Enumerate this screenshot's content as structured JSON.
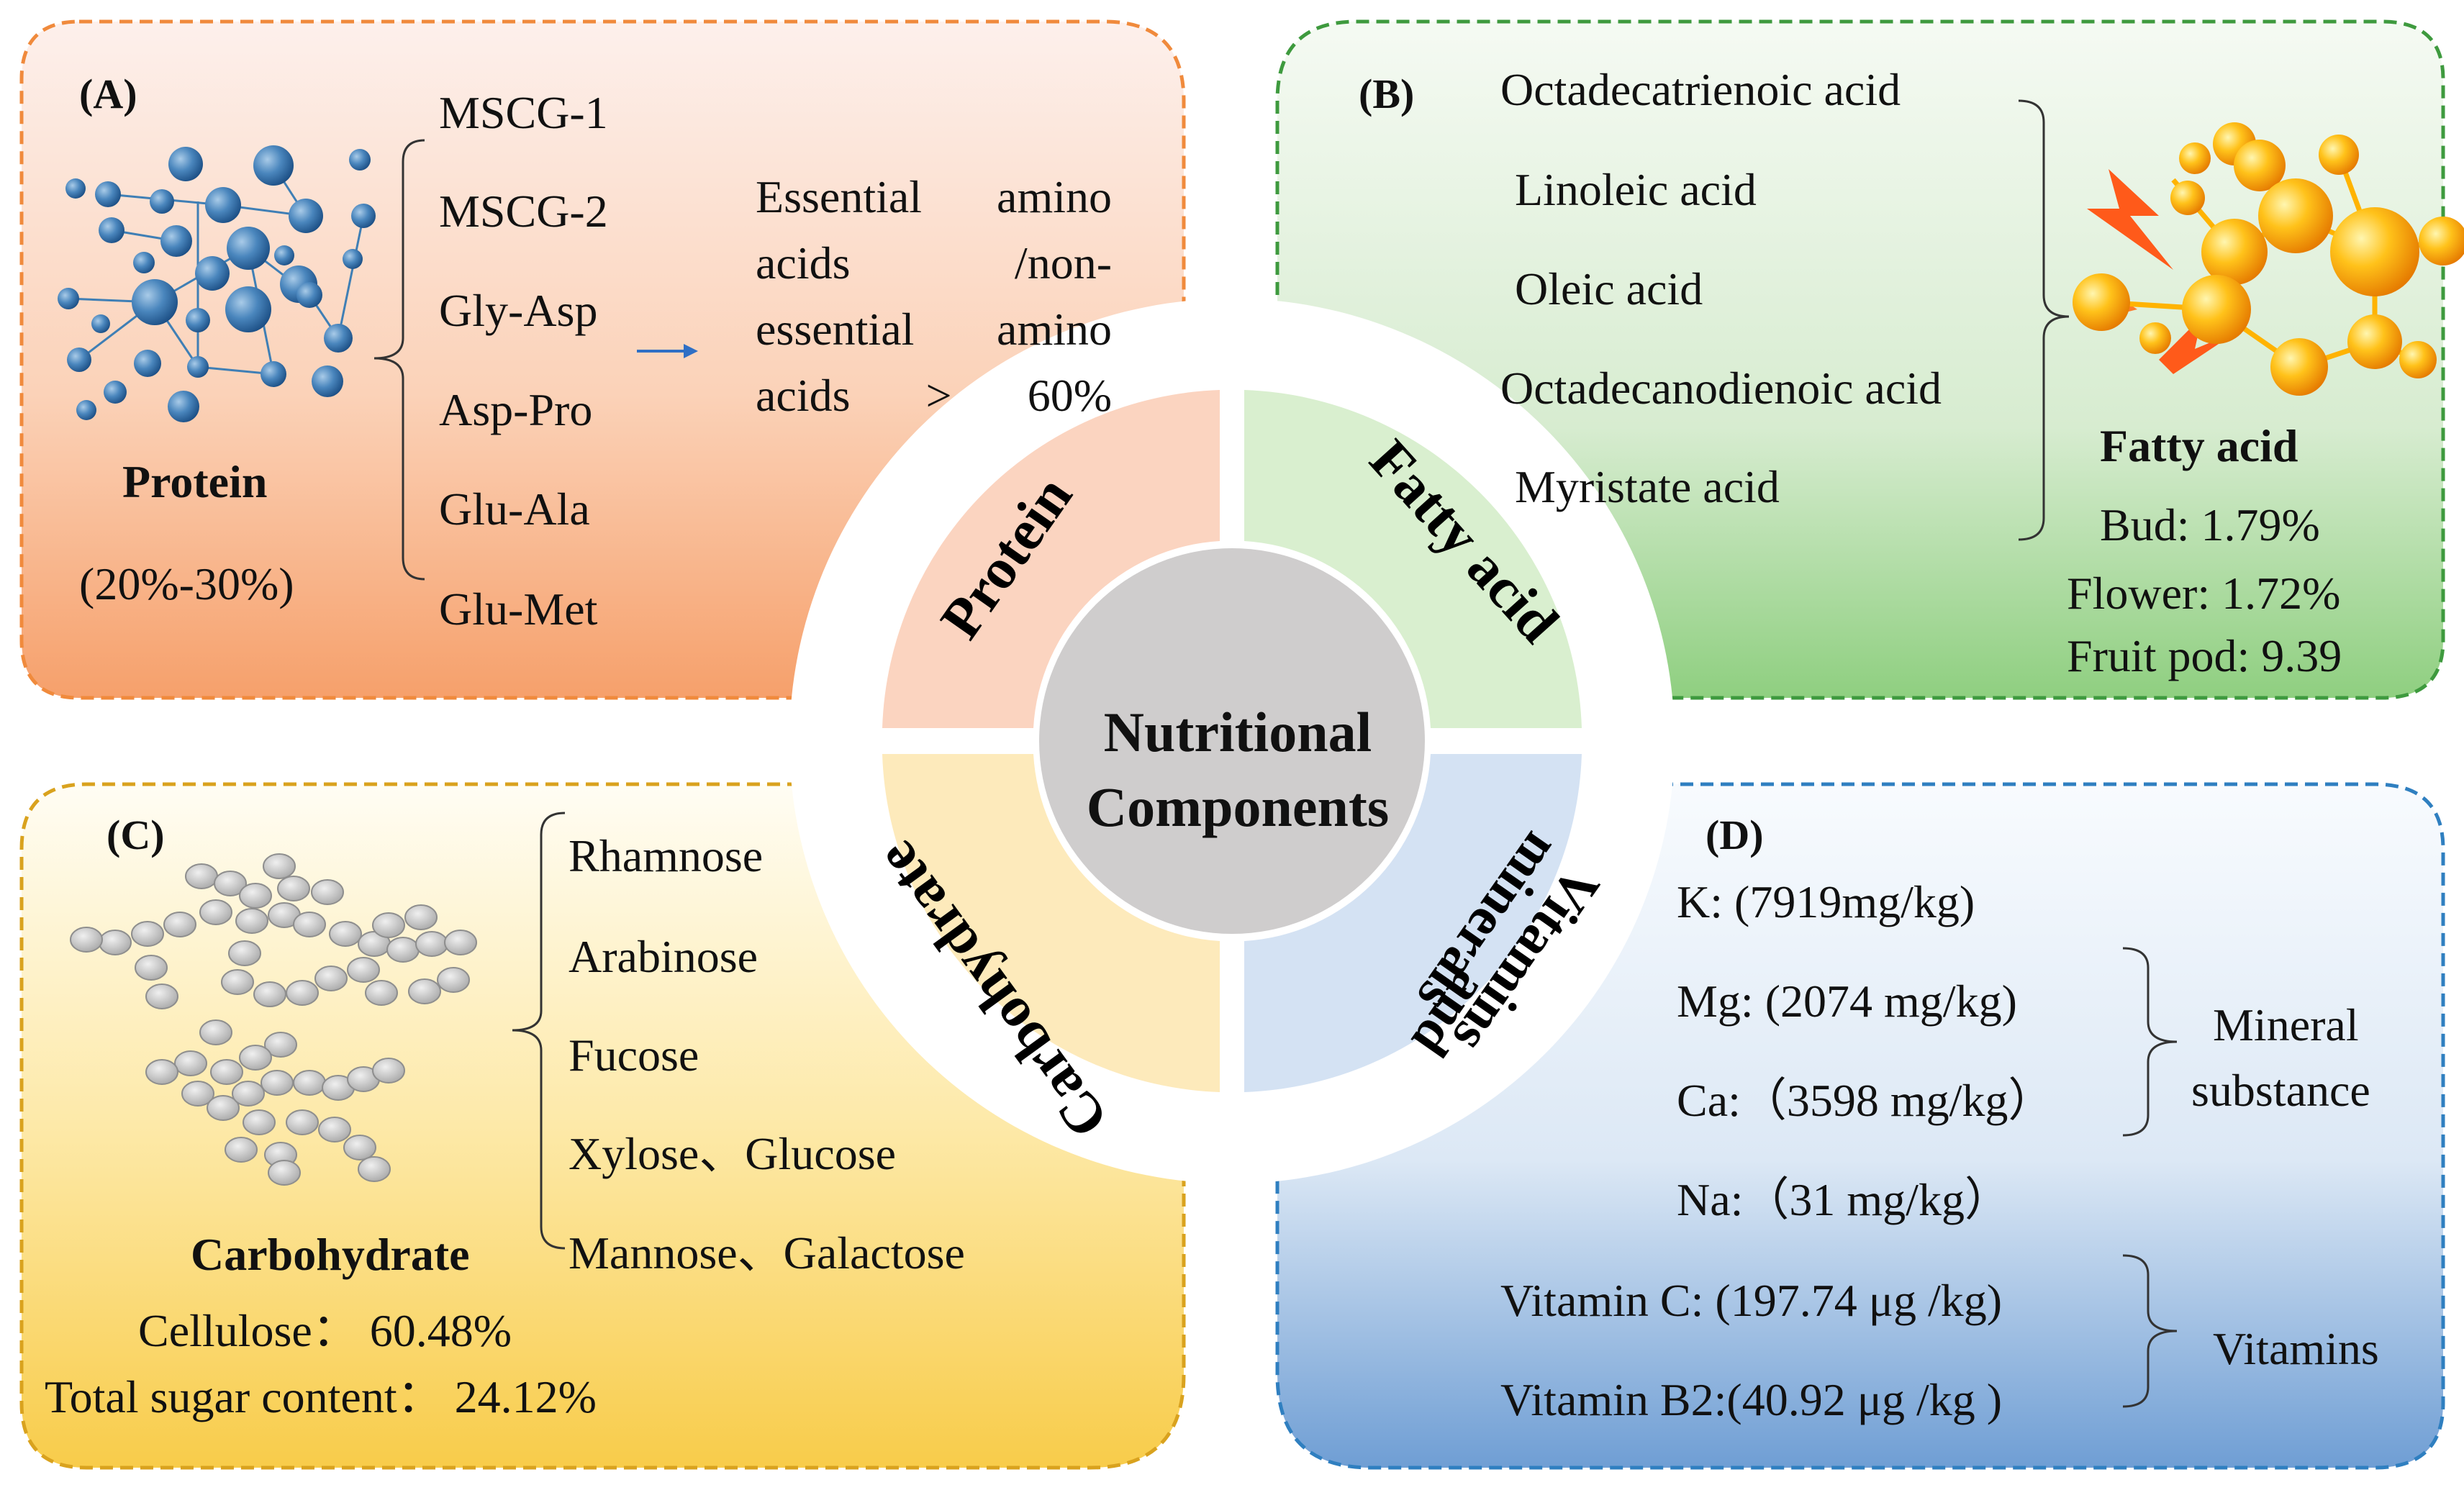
{
  "center": {
    "line1": "Nutritional",
    "line2": "Components"
  },
  "panels": {
    "A": {
      "tag": "(A)",
      "ring_label": "Protein",
      "title": "Protein",
      "range": "(20%-30%)",
      "items": [
        "MSCG-1",
        "MSCG-2",
        "Gly-Asp",
        "Asp-Pro",
        "Glu-Ala",
        "Glu-Met"
      ],
      "note_lines": [
        "Essential amino",
        "acids /non-",
        "essential amino",
        "acids > 60%"
      ]
    },
    "B": {
      "tag": "(B)",
      "ring_label": "Fatty acid",
      "title": "Fatty acid",
      "items": [
        "Octadecatrienoic acid",
        "Linoleic acid",
        "Oleic acid",
        "Octadecanodienoic acid",
        "Myristate acid"
      ],
      "stats": [
        "Bud: 1.79%",
        "Flower: 1.72%",
        "Fruit pod: 9.39"
      ]
    },
    "C": {
      "tag": "(C)",
      "ring_label": "Carbohydrate",
      "title": "Carbohydrate",
      "items": [
        "Rhamnose",
        "Arabinose",
        "Fucose",
        "Xylose、Glucose",
        "Mannose、Galactose"
      ],
      "stats": [
        "Cellulose：  60.48%",
        "Total sugar content：  24.12%"
      ]
    },
    "D": {
      "tag": "(D)",
      "ring_label_1": "Vitamins",
      "ring_label_2": "and",
      "ring_label_3": "minerals",
      "items": [
        "K: (7919mg/kg)",
        "Mg: (2074 mg/kg)",
        "Ca:（3598 mg/kg）",
        "Na:（31 mg/kg）",
        "Vitamin C: (197.74 μg /kg)",
        "Vitamin B2:(40.92 μg /kg )"
      ],
      "mineral_group": [
        "Mineral",
        "substance"
      ],
      "vitamin_group": "Vitamins"
    }
  },
  "colors": {
    "protein": "#f08a3c",
    "fatty_acid": "#3e9a3e",
    "carbohydrate": "#d9a21e",
    "vitamins": "#2f7fc0",
    "center": "#cfcdcd"
  }
}
